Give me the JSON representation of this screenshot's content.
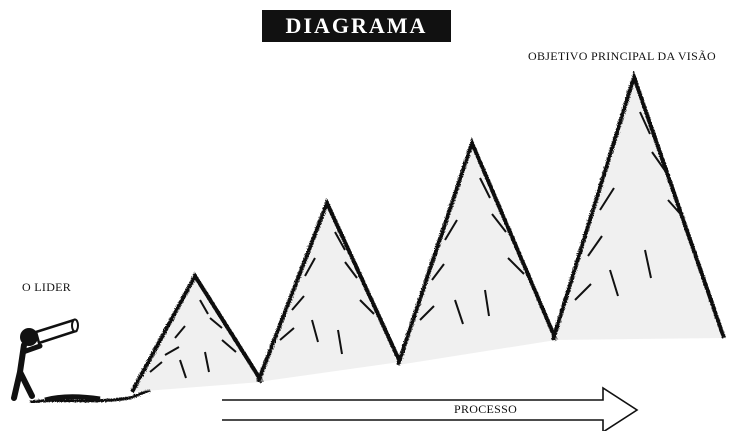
{
  "diagram": {
    "title": "DIAGRAMA",
    "goal_label": "OBJETIVO PRINCIPAL DA VISÃO",
    "leader_label": "O LIDER",
    "process_label": "PROCESSO"
  },
  "colors": {
    "ink": "#111111",
    "paper": "#ffffff",
    "shade": "#cfcfcf"
  },
  "icons": [
    "leader-with-telescope-icon",
    "mountain-peak-icon",
    "process-arrow-icon"
  ]
}
